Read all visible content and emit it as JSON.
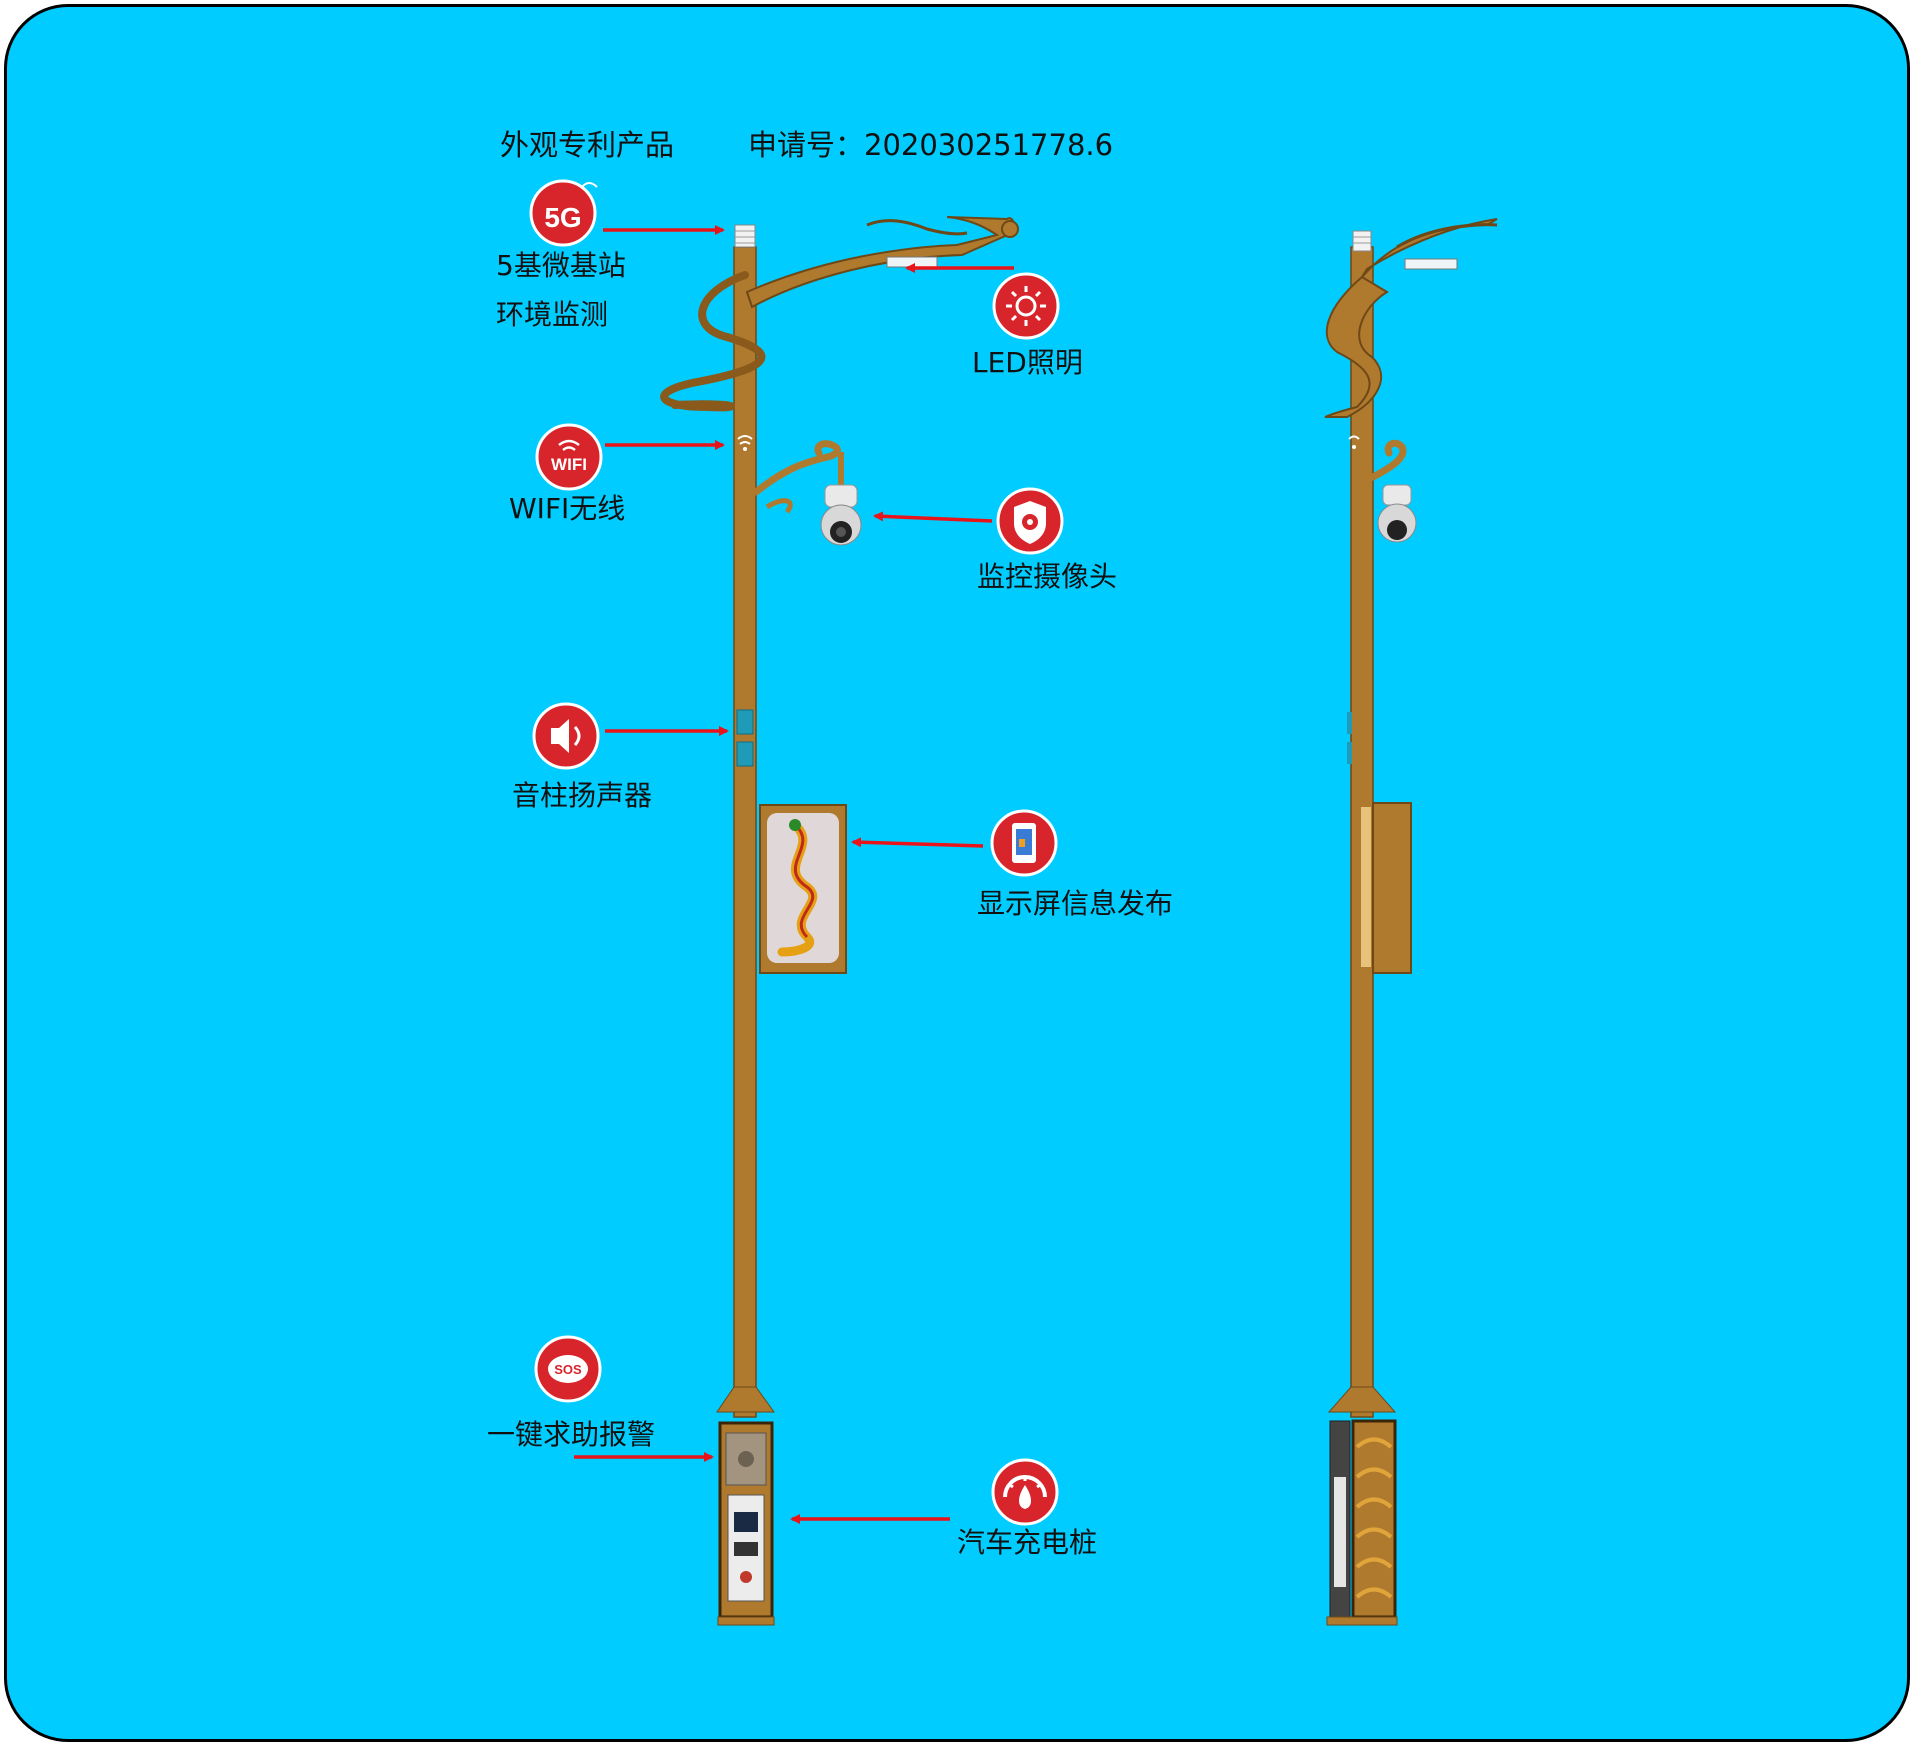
{
  "header": {
    "product_type": "外观专利产品",
    "application_number": "申请号：202030251778.6"
  },
  "features": [
    {
      "id": "5g",
      "badge_text": "5G",
      "icon": "5g-icon",
      "label": "5基微基站",
      "label2": "环境监测"
    },
    {
      "id": "led",
      "badge_text": "",
      "icon": "sun-icon",
      "label": "LED照明"
    },
    {
      "id": "wifi",
      "badge_text": "WIFI",
      "icon": "wifi-icon",
      "label": "WIFI无线"
    },
    {
      "id": "camera",
      "badge_text": "",
      "icon": "shield-camera-icon",
      "label": "监控摄像头"
    },
    {
      "id": "speaker",
      "badge_text": "",
      "icon": "speaker-icon",
      "label": "音柱扬声器"
    },
    {
      "id": "display",
      "badge_text": "",
      "icon": "display-icon",
      "label": "显示屏信息发布"
    },
    {
      "id": "sos",
      "badge_text": "SOS",
      "icon": "sos-icon",
      "label": "一键求助报警"
    },
    {
      "id": "charger",
      "badge_text": "",
      "icon": "charger-icon",
      "label": "汽车充电桩"
    }
  ],
  "colors": {
    "background": "#00ccff",
    "pole": "#b07a2e",
    "pole_dark": "#6e4816",
    "badge": "#d8242b",
    "arrow": "#e8141a"
  }
}
